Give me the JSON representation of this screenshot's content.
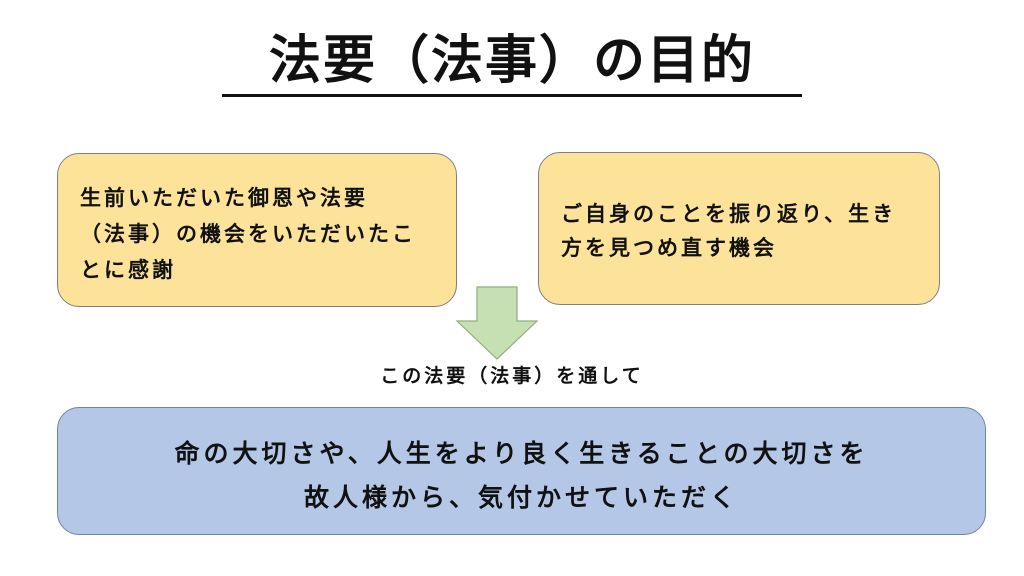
{
  "title": "法要（法事）の目的",
  "left_box": {
    "lines": [
      "生前いただいた御恩や法要",
      "（法事）の機会をいただいたこ",
      "とに感謝"
    ]
  },
  "right_box": {
    "lines": [
      "ご自身のことを振り返り、生き",
      "方を見つめ直す機会"
    ]
  },
  "connector_label": "この法要（法事）を通して",
  "bottom_box": {
    "lines": [
      "命の大切さや、人生をより良く生きることの大切さを",
      "故人様から、気付かせていただく"
    ]
  },
  "colors": {
    "yellow_box": "#fde39a",
    "blue_box": "#b4c7e7",
    "arrow_fill": "#c6e0b4"
  }
}
